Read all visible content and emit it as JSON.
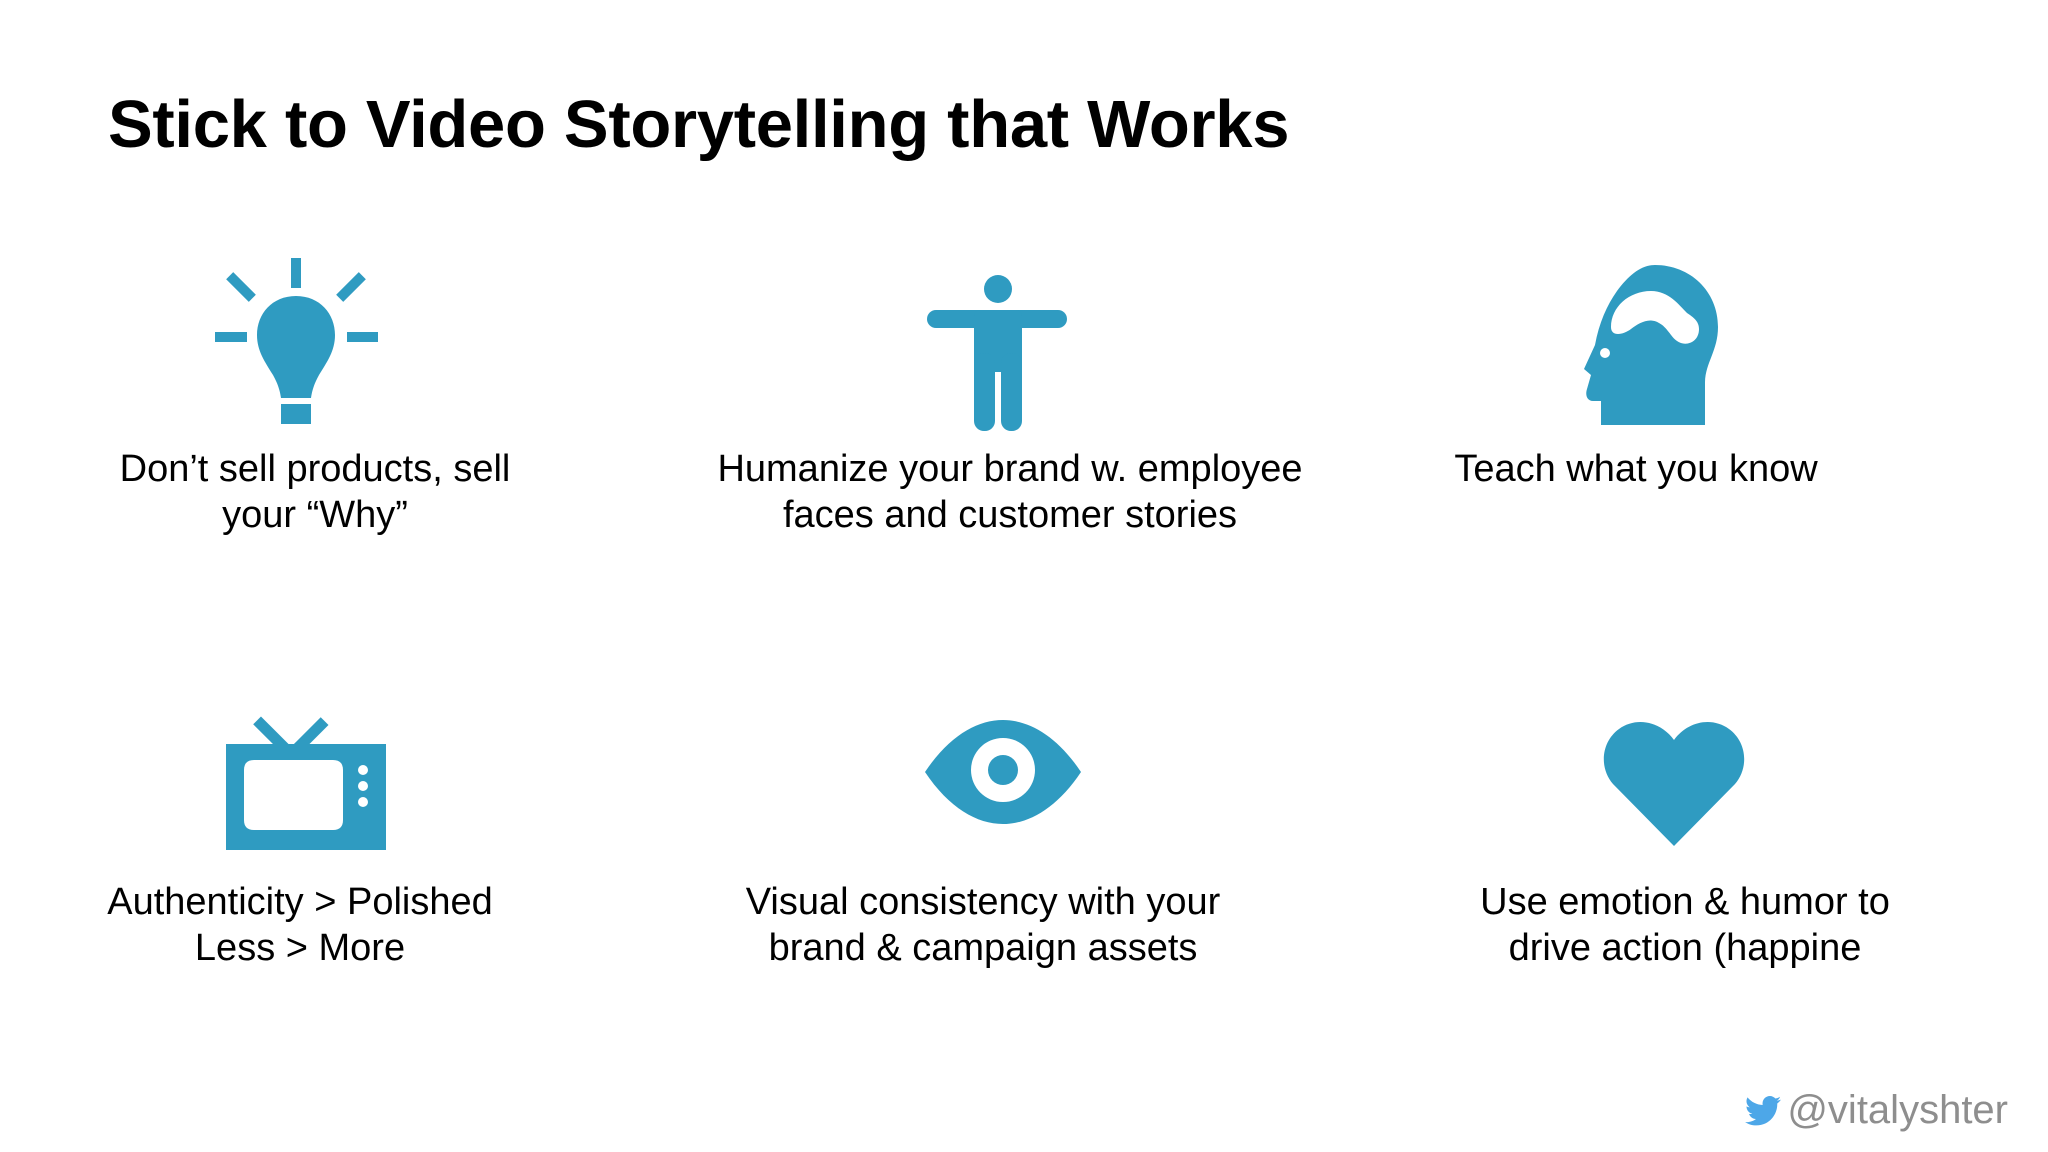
{
  "slide": {
    "title": "Stick to Video Storytelling that Works"
  },
  "colors": {
    "icon_accent": "#2f9bc1",
    "twitter_blue": "#4da7e8",
    "handle_gray": "#8e8e8e"
  },
  "items": [
    {
      "icon": "lightbulb-icon",
      "lines": [
        "Don’t sell products, sell",
        "your “Why”"
      ]
    },
    {
      "icon": "person-arms-out-icon",
      "lines": [
        "Humanize your brand w. employee",
        "faces and customer stories"
      ]
    },
    {
      "icon": "head-brain-icon",
      "lines": [
        "Teach what you know"
      ]
    },
    {
      "icon": "television-icon",
      "lines": [
        "Authenticity > Polished",
        "Less > More"
      ]
    },
    {
      "icon": "eye-icon",
      "lines": [
        "Visual consistency with your",
        "brand & campaign assets"
      ]
    },
    {
      "icon": "heart-icon",
      "lines": [
        "Use emotion & humor to",
        "drive action (happine"
      ]
    }
  ],
  "footer": {
    "icon": "twitter-bird-icon",
    "handle": "@vitalyshter"
  }
}
